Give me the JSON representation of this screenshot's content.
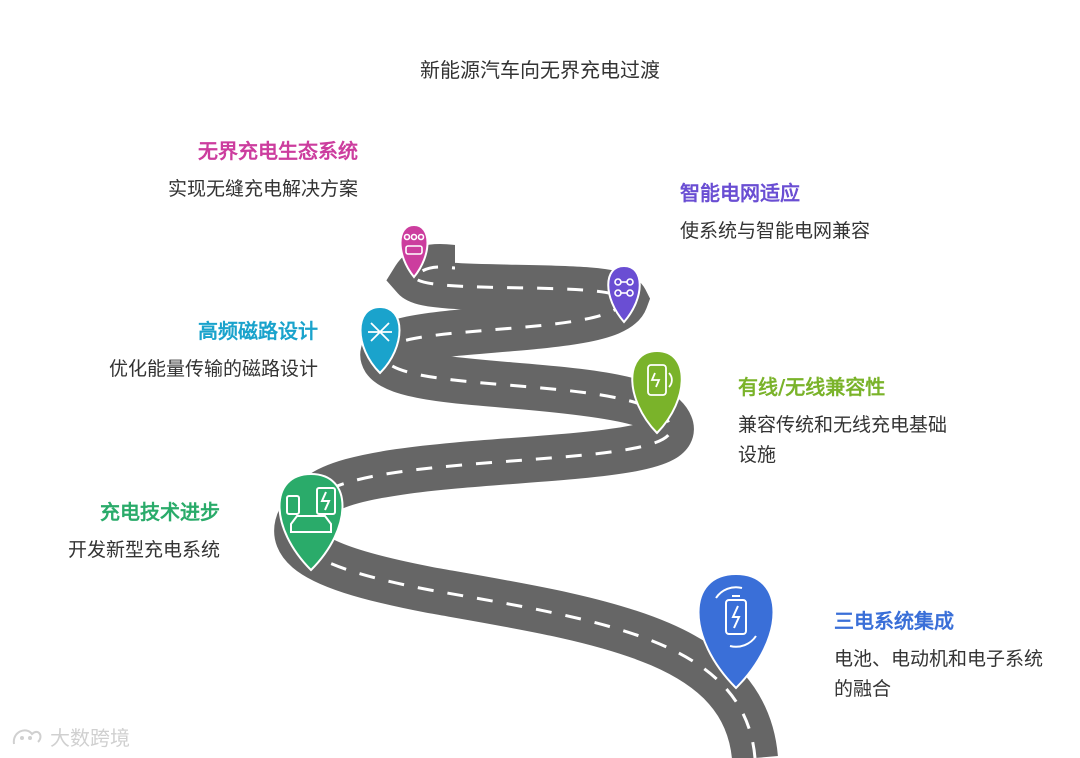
{
  "title": "新能源汽车向无界充电过渡",
  "colors": {
    "road": "#666666",
    "dash": "#ffffff",
    "pink": "#cc3d9e",
    "purple": "#6a4ed3",
    "cyan": "#1aa3cc",
    "green": "#7ab32a",
    "teal": "#2aab6a",
    "blue": "#3a6fd8"
  },
  "milestones": [
    {
      "key": "ecosystem",
      "title": "无界充电生态系统",
      "desc": "实现无缝充电解决方案",
      "icon": "charging-plug-icon",
      "color": "#cc3d9e"
    },
    {
      "key": "smartgrid",
      "title": "智能电网适应",
      "desc": "使系统与智能电网兼容",
      "icon": "grid-network-icon",
      "color": "#6a4ed3"
    },
    {
      "key": "magnetic",
      "title": "高频磁路设计",
      "desc": "优化能量传输的磁路设计",
      "icon": "magnetic-circuit-icon",
      "color": "#1aa3cc"
    },
    {
      "key": "compat",
      "title": "有线/无线兼容性",
      "desc": "兼容传统和无线充电基础设施",
      "icon": "wireless-phone-icon",
      "color": "#7ab32a"
    },
    {
      "key": "progress",
      "title": "充电技术进步",
      "desc": "开发新型充电系统",
      "icon": "ev-charger-icon",
      "color": "#2aab6a"
    },
    {
      "key": "integration",
      "title": "三电系统集成",
      "desc": "电池、电动机和电子系统的融合",
      "icon": "battery-cycle-icon",
      "color": "#3a6fd8"
    }
  ],
  "watermark": "大数跨境"
}
